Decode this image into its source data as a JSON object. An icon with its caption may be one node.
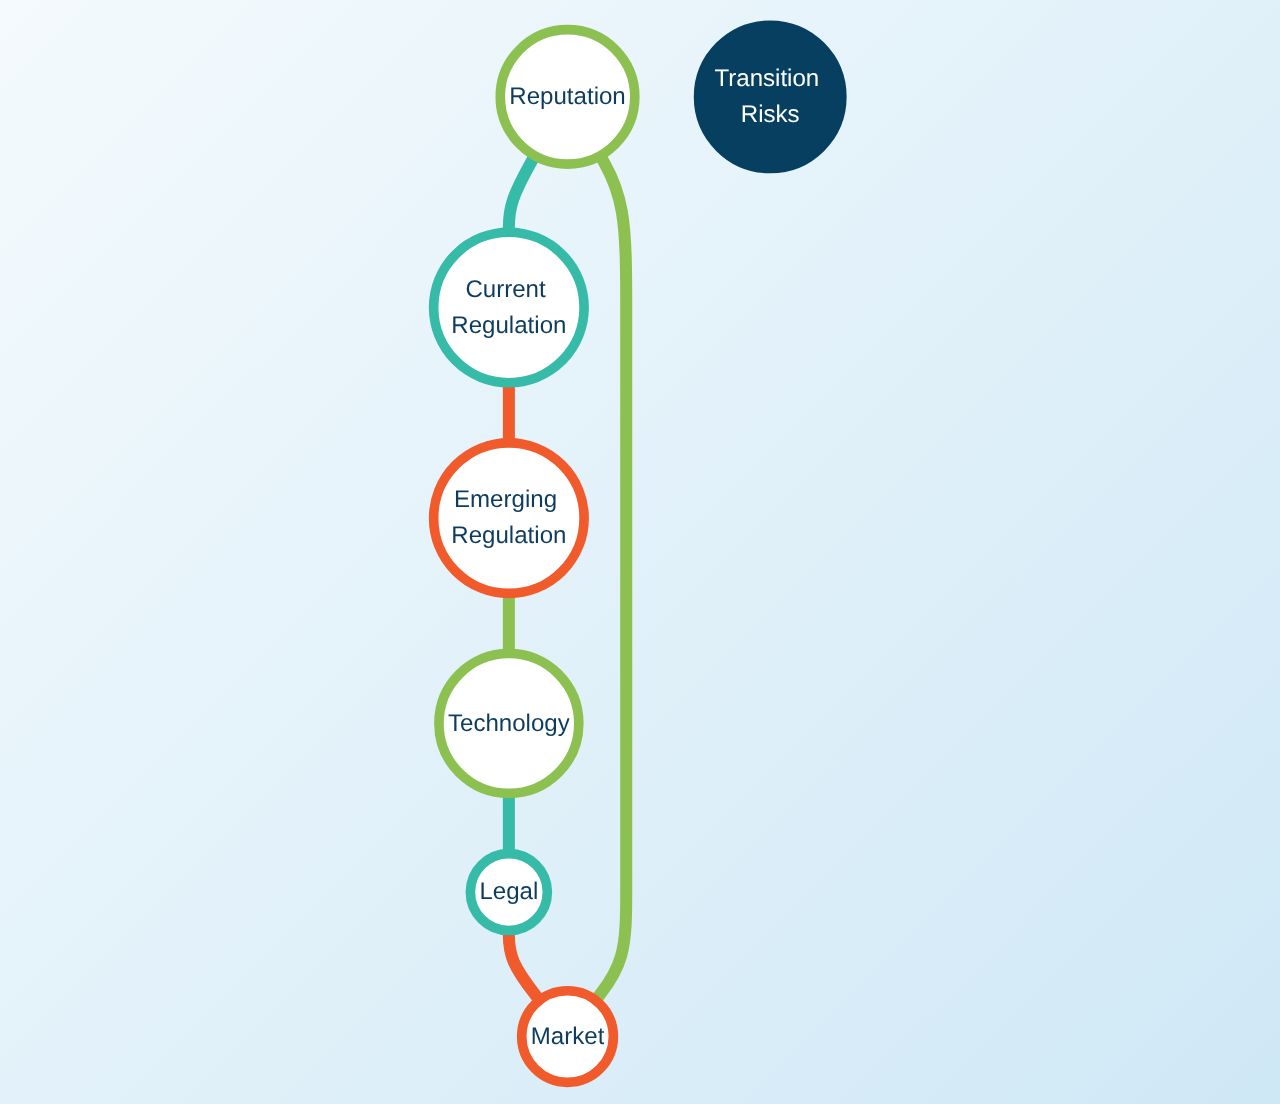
{
  "diagram": {
    "nodes": [
      {
        "text": [
          "Reputation"
        ]
      },
      {
        "text": [
          "Current Regulation"
        ]
      },
      {
        "text": [
          "Emerging Regulation"
        ]
      },
      {
        "text": [
          "Technology"
        ]
      },
      {
        "text": [
          "Legal"
        ]
      },
      {
        "text": [
          "Market"
        ]
      },
      {
        "text": [
          "Transition Risks"
        ]
      }
    ],
    "edges": [
      {
        "from": 0,
        "to": 1,
        "arrow": "none",
        "color": "#36bba9"
      },
      {
        "from": 1,
        "to": 2,
        "arrow": "none",
        "color": "#f15a2b"
      },
      {
        "from": 2,
        "to": 3,
        "arrow": "none",
        "color": "#8cc152"
      },
      {
        "from": 3,
        "to": 4,
        "arrow": "none",
        "color": "#36bba9"
      },
      {
        "from": 4,
        "to": 5,
        "arrow": "none",
        "color": "#f15a2b"
      },
      {
        "from": 5,
        "to": 0,
        "arrow": "none",
        "color": "#8cc152"
      }
    ]
  }
}
